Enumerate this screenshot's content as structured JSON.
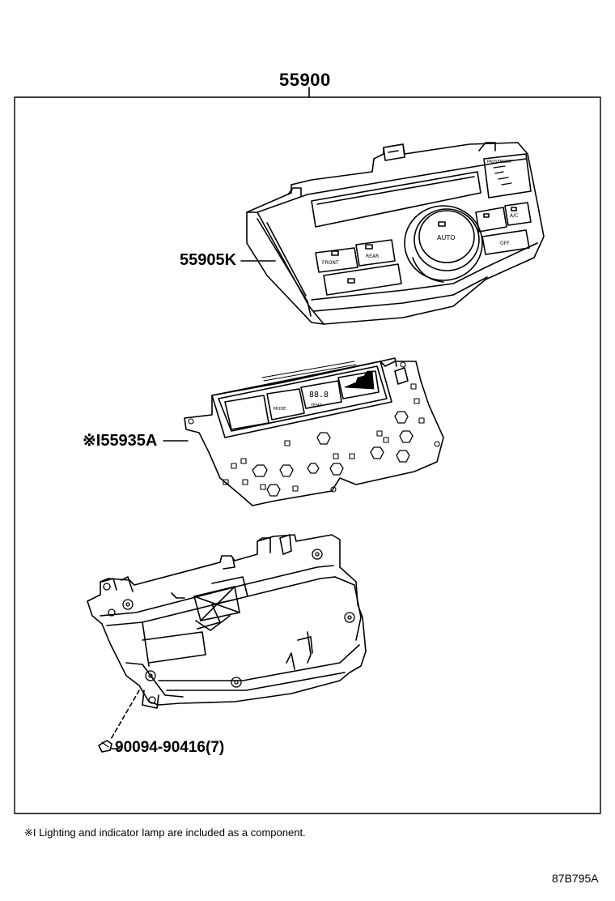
{
  "assembly": {
    "part_number": "55900"
  },
  "parts": [
    {
      "number": "55905K"
    },
    {
      "number": "※I55935A"
    },
    {
      "number": "90094-90416(7)"
    }
  ],
  "panel_printed_labels": {
    "auto": "AUTO",
    "ac": "A/C",
    "off": "OFF",
    "front": "FRONT",
    "rear": "REAR",
    "temp": "TEMP",
    "mode": "MODE",
    "display_digits": "88.8"
  },
  "footnote": "※I Lighting and indicator lamp are included as a component.",
  "figure_code": "87B795A"
}
